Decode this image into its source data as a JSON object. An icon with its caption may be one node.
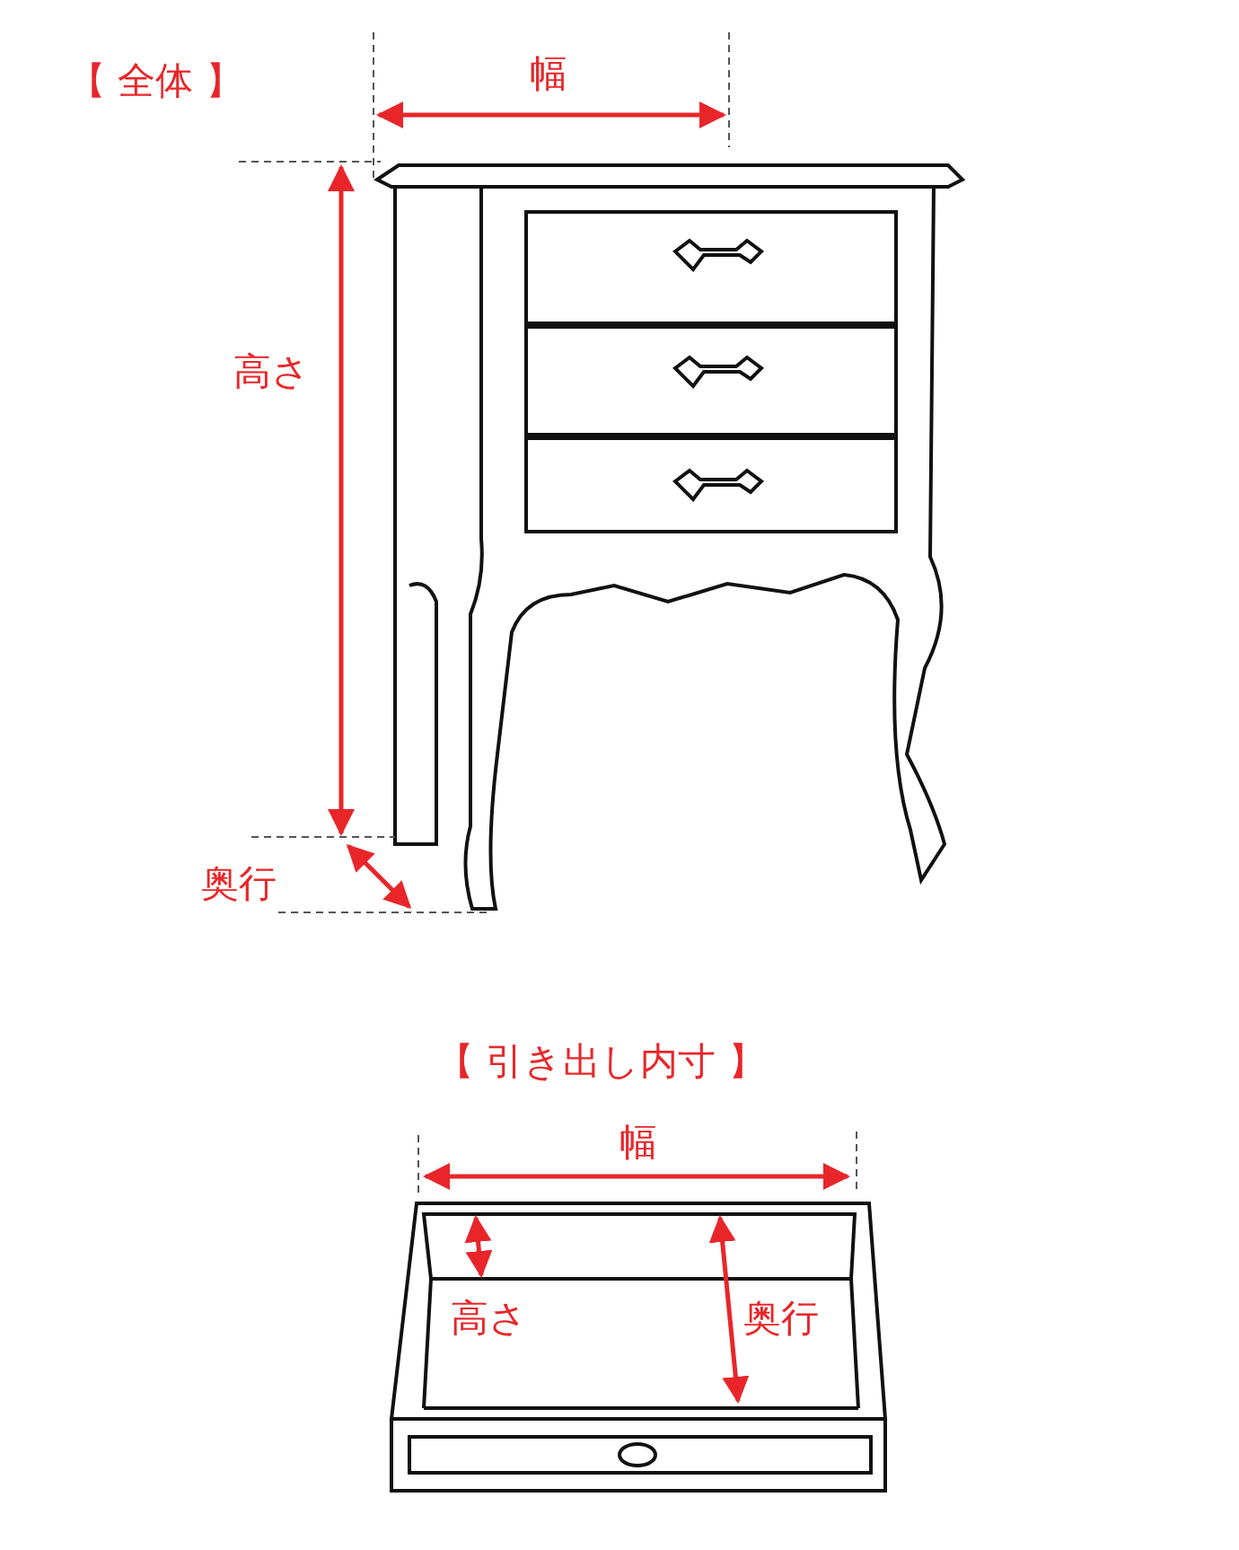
{
  "diagram": {
    "labels": [
      "【 全体 】",
      "幅",
      "高さ",
      "奥行",
      "【 引き出し内寸 】",
      "幅",
      "高さ",
      "奥行"
    ]
  }
}
